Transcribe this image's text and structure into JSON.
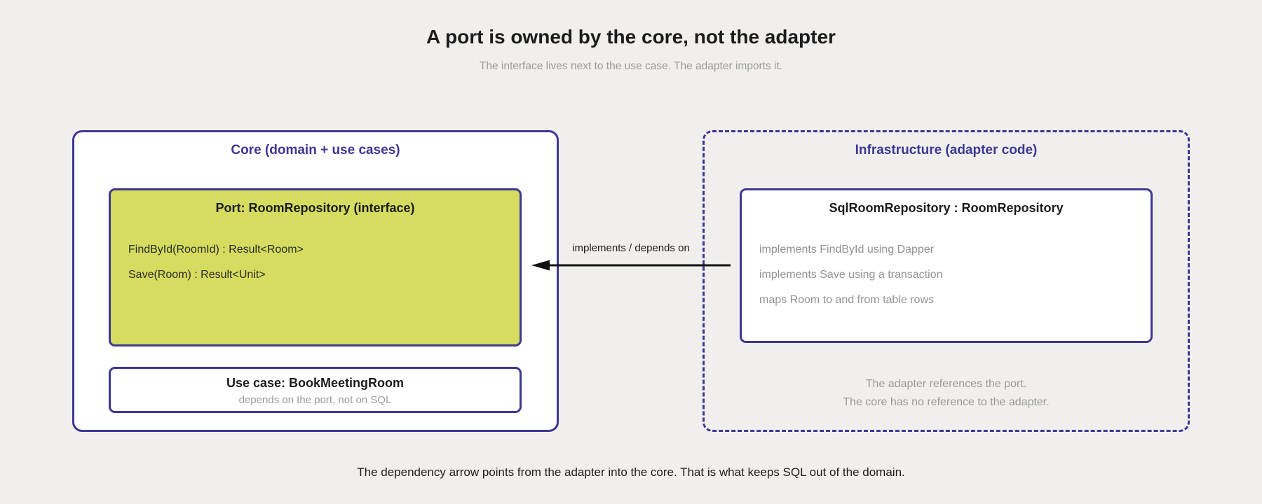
{
  "header": {
    "title": "A port is owned by the core, not the adapter",
    "subtitle": "The interface lives next to the use case. The adapter imports it."
  },
  "core": {
    "header": "Core (domain + use cases)",
    "port": {
      "title": "Port: RoomRepository (interface)",
      "methods": [
        "FindById(RoomId) : Result<Room>",
        "Save(Room) : Result<Unit>"
      ]
    },
    "use_case": {
      "title": "Use case: BookMeetingRoom",
      "subtitle": "depends on the port, not on SQL"
    }
  },
  "infrastructure": {
    "header": "Infrastructure (adapter code)",
    "adapter": {
      "title": "SqlRoomRepository : RoomRepository",
      "details": [
        "implements FindById using Dapper",
        "implements Save using a transaction",
        "maps Room to and from table rows"
      ]
    },
    "notes": [
      "The adapter references the port.",
      "The core has no reference to the adapter."
    ]
  },
  "arrow": {
    "label": "implements / depends on"
  },
  "footer": {
    "caption": "The dependency arrow points from the adapter into the core. That is what keeps SQL out of the domain."
  },
  "colors": {
    "background": "#f0efed",
    "accent_purple": "#3e3794",
    "port_fill": "#d5dc5f",
    "box_fill": "#ffffff",
    "gray_text": "#9a9a9a",
    "black_text": "#1c1c1c",
    "arrow_black": "#111111"
  }
}
